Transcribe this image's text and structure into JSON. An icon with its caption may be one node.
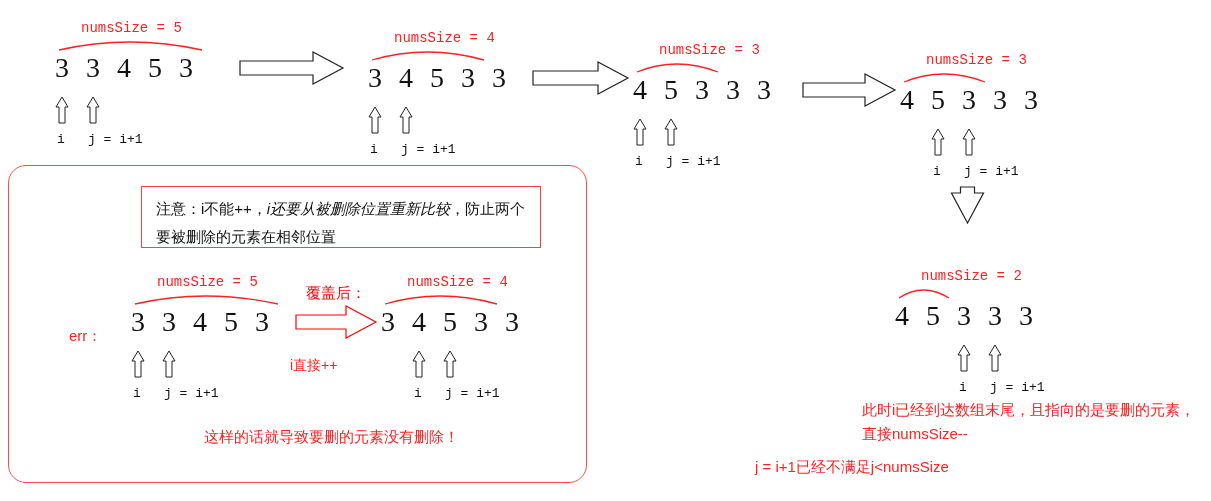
{
  "diagram": {
    "nodes": [
      {
        "text": [
          "numsSize = 5",
          "3 3 4 5 3",
          "i",
          "j = i+1"
        ]
      },
      {
        "text": [
          "numsSize = 4",
          "3 4 5 3 3",
          "i",
          "j = i+1"
        ]
      },
      {
        "text": [
          "numsSize = 3",
          "4 5 3 3 3",
          "i",
          "j = i+1"
        ]
      },
      {
        "text": [
          "numsSize = 3",
          "4 5 3 3 3",
          "i",
          "j = i+1"
        ]
      },
      {
        "text": [
          "numsSize = 2",
          "4 5 3 3 3",
          "i",
          "j = i+1"
        ],
        "beside": [
          "此时i已经到达数组末尾，且指向的是要删的元素，直接numsSize--",
          "j = i+1已经不满足j<numsSize"
        ]
      },
      {
        "text": [
          "这样的话就导致要删的元素没有删除！"
        ]
      },
      {
        "text": [
          "注意：i不能++，*i还要从被删除位置重新比较*，防止两个要被删除的元素在相邻位置"
        ],
        "in": 5
      },
      {
        "text": [
          "numsSize = 5",
          "3 3 4 5 3",
          "i",
          "j = i+1"
        ],
        "in": 5,
        "beside": [
          "err："
        ]
      },
      {
        "text": [
          "numsSize = 4",
          "3 4 5 3 3",
          "i",
          "j = i+1"
        ],
        "in": 5
      }
    ],
    "edges": [
      {
        "from": 0,
        "to": 1,
        "arrow": "to"
      },
      {
        "from": 1,
        "to": 2,
        "arrow": "to"
      },
      {
        "from": 2,
        "to": 3,
        "arrow": "to"
      },
      {
        "from": 3,
        "to": 4,
        "arrow": "to"
      },
      {
        "from": 7,
        "to": 8,
        "arrow": "to",
        "label": "覆盖后：",
        "color": "#ff0000"
      }
    ],
    "labels": [
      "i直接++"
    ]
  }
}
